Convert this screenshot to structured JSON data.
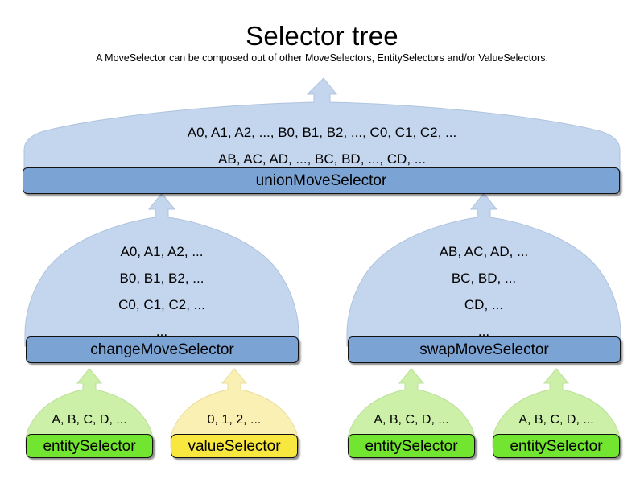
{
  "header": {
    "title": "Selector tree",
    "subtitle": "A MoveSelector can be composed out of other MoveSelectors, EntitySelectors and/or ValueSelectors."
  },
  "colors": {
    "move_box_fill": "#7BA3D4",
    "move_dome_fill": "#C3D6EE",
    "entity_box_fill": "#72E530",
    "entity_dome_fill": "#CCF0A8",
    "value_box_fill": "#F7E73F",
    "value_dome_fill": "#FAF0B4",
    "stroke": "#111111",
    "dome_stroke": "#AFC3DE",
    "background": "#ffffff",
    "text": "#000000"
  },
  "nodes": {
    "union": {
      "label": "unionMoveSelector",
      "lines": [
        "A0, A1, A2, ..., B0, B1, B2, ..., C0, C1, C2, ...",
        "AB, AC, AD, ..., BC, BD, ..., CD, ..."
      ]
    },
    "change": {
      "label": "changeMoveSelector",
      "lines": [
        "A0, A1, A2, ...",
        "B0, B1, B2, ...",
        "C0, C1, C2, ...",
        "..."
      ]
    },
    "swap": {
      "label": "swapMoveSelector",
      "lines": [
        "AB, AC, AD, ...",
        "BC, BD, ...",
        "CD, ...",
        "..."
      ]
    },
    "leaf_entity_1": {
      "label": "entitySelector",
      "lines": [
        "A, B, C, D, ..."
      ]
    },
    "leaf_value_1": {
      "label": "valueSelector",
      "lines": [
        "0, 1, 2, ..."
      ]
    },
    "leaf_entity_2": {
      "label": "entitySelector",
      "lines": [
        "A, B, C, D, ..."
      ]
    },
    "leaf_entity_3": {
      "label": "entitySelector",
      "lines": [
        "A, B, C, D, ..."
      ]
    }
  }
}
